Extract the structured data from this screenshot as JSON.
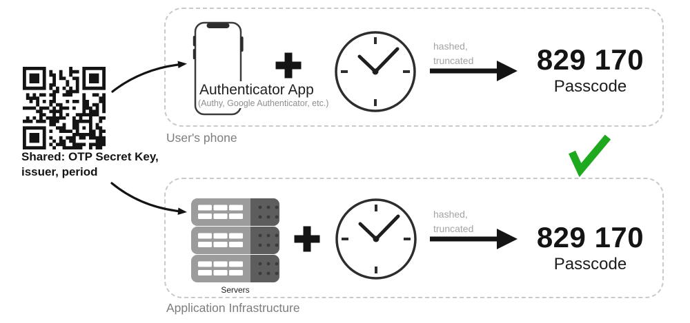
{
  "diagram": {
    "qr_caption": "Shared: OTP Secret Key,\nissuer, period",
    "qr_icon": "qr-code",
    "check_icon": "green-checkmark",
    "colors": {
      "check_green": "#1fa91f",
      "dashed_border": "#c9c9c9",
      "caption_gray": "#7d7d7d",
      "process_gray": "#a3a3a3",
      "ink": "#141414",
      "server_body_gray": "#9c9c9c",
      "server_panel_gray": "#5d5d5d"
    }
  },
  "phone_box": {
    "caption": "User's phone",
    "phone_icon": "smartphone",
    "app_title": "Authenticator App",
    "app_subtitle": "(Authy, Google Authenticator, etc.)",
    "plus_icon": "plus-sign",
    "clock_icon": "clock",
    "process_label": "hashed,\ntruncated",
    "arrow_icon": "arrow-right",
    "passcode_value": "829 170",
    "passcode_label": "Passcode"
  },
  "server_box": {
    "caption": "Application Infrastructure",
    "servers_icon": "server-stack",
    "servers_label": "Servers",
    "plus_icon": "plus-sign",
    "clock_icon": "clock",
    "process_label": "hashed,\ntruncated",
    "arrow_icon": "arrow-right",
    "passcode_value": "829 170",
    "passcode_label": "Passcode"
  }
}
